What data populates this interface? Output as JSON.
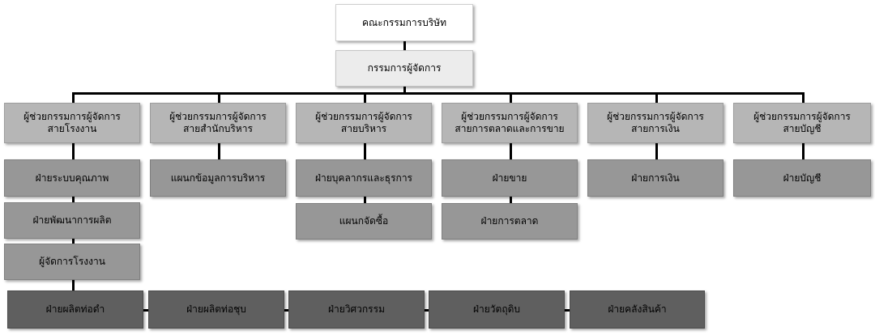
{
  "board": "คณะกรรมการบริษัท",
  "md": "กรรมการผู้จัดการ",
  "deputies": [
    {
      "line1": "ผู้ช่วยกรรมการผู้จัดการ",
      "line2": "สายโรงงาน"
    },
    {
      "line1": "ผู้ช่วยกรรมการผู้จัดการ",
      "line2": "สายสำนักบริหาร"
    },
    {
      "line1": "ผู้ช่วยกรรมการผู้จัดการ",
      "line2": "สายบริหาร"
    },
    {
      "line1": "ผู้ช่วยกรรมการผู้จัดการ",
      "line2": "สายการตลาดและการขาย"
    },
    {
      "line1": "ผู้ช่วยกรรมการผู้จัดการ",
      "line2": "สายการเงิน"
    },
    {
      "line1": "ผู้ช่วยกรรมการผู้จัดการ",
      "line2": "สายบัญชี"
    }
  ],
  "factory": [
    "ฝ่ายระบบคุณภาพ",
    "ฝ่ายพัฒนาการผลิต",
    "ผู้จัดการโรงงาน"
  ],
  "office": [
    "แผนกข้อมูลการบริหาร"
  ],
  "admin": [
    "ฝ่ายบุคลากรและธุรการ",
    "แผนกจัดซื้อ"
  ],
  "marketing": [
    "ฝ่ายขาย",
    "ฝ่ายการตลาด"
  ],
  "finance": [
    "ฝ่ายการเงิน"
  ],
  "accounting": [
    "ฝ่ายบัญชี"
  ],
  "plants": [
    "ฝ่ายผลิตท่อดำ",
    "ฝ่ายผลิตท่อชุบ",
    "ฝ่ายวิศวกรรม",
    "ฝ่ายวัตถุดิบ",
    "ฝ่ายคลังสินค้า"
  ]
}
